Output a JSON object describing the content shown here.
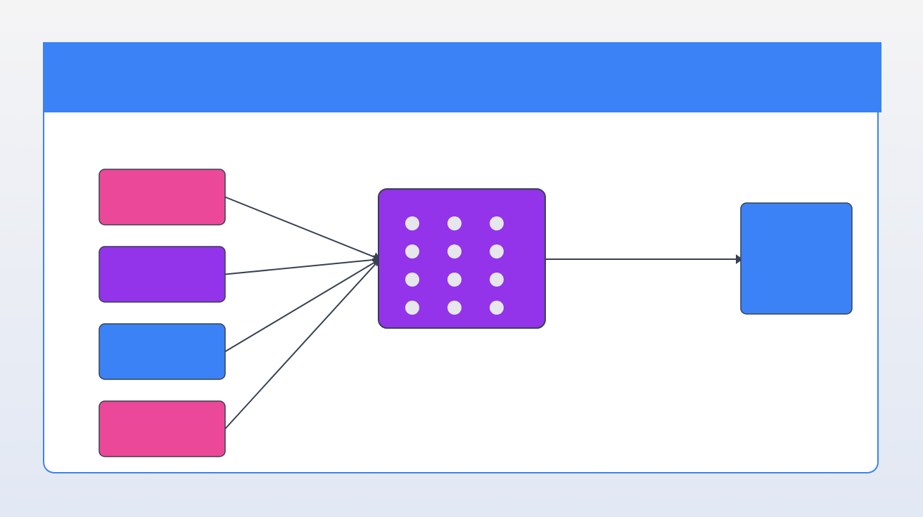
{
  "colors": {
    "header": "#3b82f6",
    "card_border": "#3b82f6",
    "pink": "#ec4899",
    "purple": "#9333ea",
    "blue": "#3b82f6",
    "stroke": "#374151",
    "dot": "#e5e7eb"
  },
  "diagram": {
    "header_title": "",
    "inputs": [
      {
        "name": "input-box-1",
        "color": "pink",
        "label": ""
      },
      {
        "name": "input-box-2",
        "color": "purple",
        "label": ""
      },
      {
        "name": "input-box-3",
        "color": "blue",
        "label": ""
      },
      {
        "name": "input-box-4",
        "color": "pink",
        "label": ""
      }
    ],
    "hub": {
      "color": "purple",
      "dot_rows": 4,
      "dot_cols": 3
    },
    "output": {
      "color": "blue",
      "label": ""
    }
  }
}
